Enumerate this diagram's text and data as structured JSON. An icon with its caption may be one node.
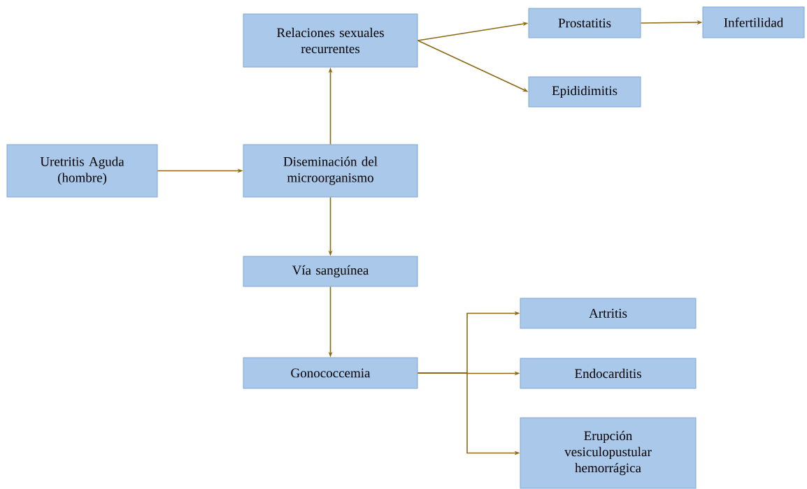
{
  "diagram": {
    "nodes": [
      {
        "text": [
          "Uretritis Aguda (hombre)"
        ]
      },
      {
        "text": [
          "Diseminación del microorganismo"
        ]
      },
      {
        "text": [
          "Relaciones sexuales recurrentes"
        ]
      },
      {
        "text": [
          "Prostatitis"
        ]
      },
      {
        "text": [
          "Infertilidad"
        ]
      },
      {
        "text": [
          "Epididimitis"
        ]
      },
      {
        "text": [
          "Vía sanguínea"
        ]
      },
      {
        "text": [
          "Gonococcemia"
        ]
      },
      {
        "text": [
          "Artritis"
        ]
      },
      {
        "text": [
          "Endocarditis"
        ]
      },
      {
        "text": [
          "Erupción vesiculopustular hemorrágica"
        ]
      }
    ],
    "edges": [
      {
        "from": 0,
        "to": 1,
        "arrow": "to"
      },
      {
        "from": 1,
        "to": 2,
        "arrow": "to"
      },
      {
        "from": 2,
        "to": 3,
        "arrow": "to"
      },
      {
        "from": 2,
        "to": 5,
        "arrow": "to"
      },
      {
        "from": 3,
        "to": 4,
        "arrow": "to"
      },
      {
        "from": 1,
        "to": 6,
        "arrow": "to"
      },
      {
        "from": 6,
        "to": 7,
        "arrow": "to"
      },
      {
        "from": 7,
        "to": 8,
        "arrow": "to"
      },
      {
        "from": 7,
        "to": 9,
        "arrow": "to"
      },
      {
        "from": 7,
        "to": 10,
        "arrow": "to"
      }
    ]
  }
}
